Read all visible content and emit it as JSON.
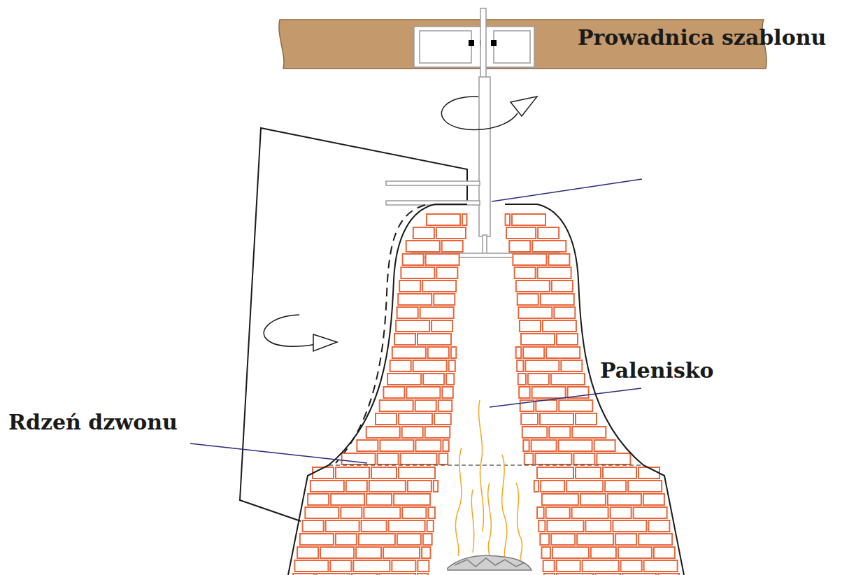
{
  "diagram": {
    "labels": [
      "Prowadnica szablonu",
      "Palenisko",
      "Rdzeń dzwonu"
    ]
  }
}
